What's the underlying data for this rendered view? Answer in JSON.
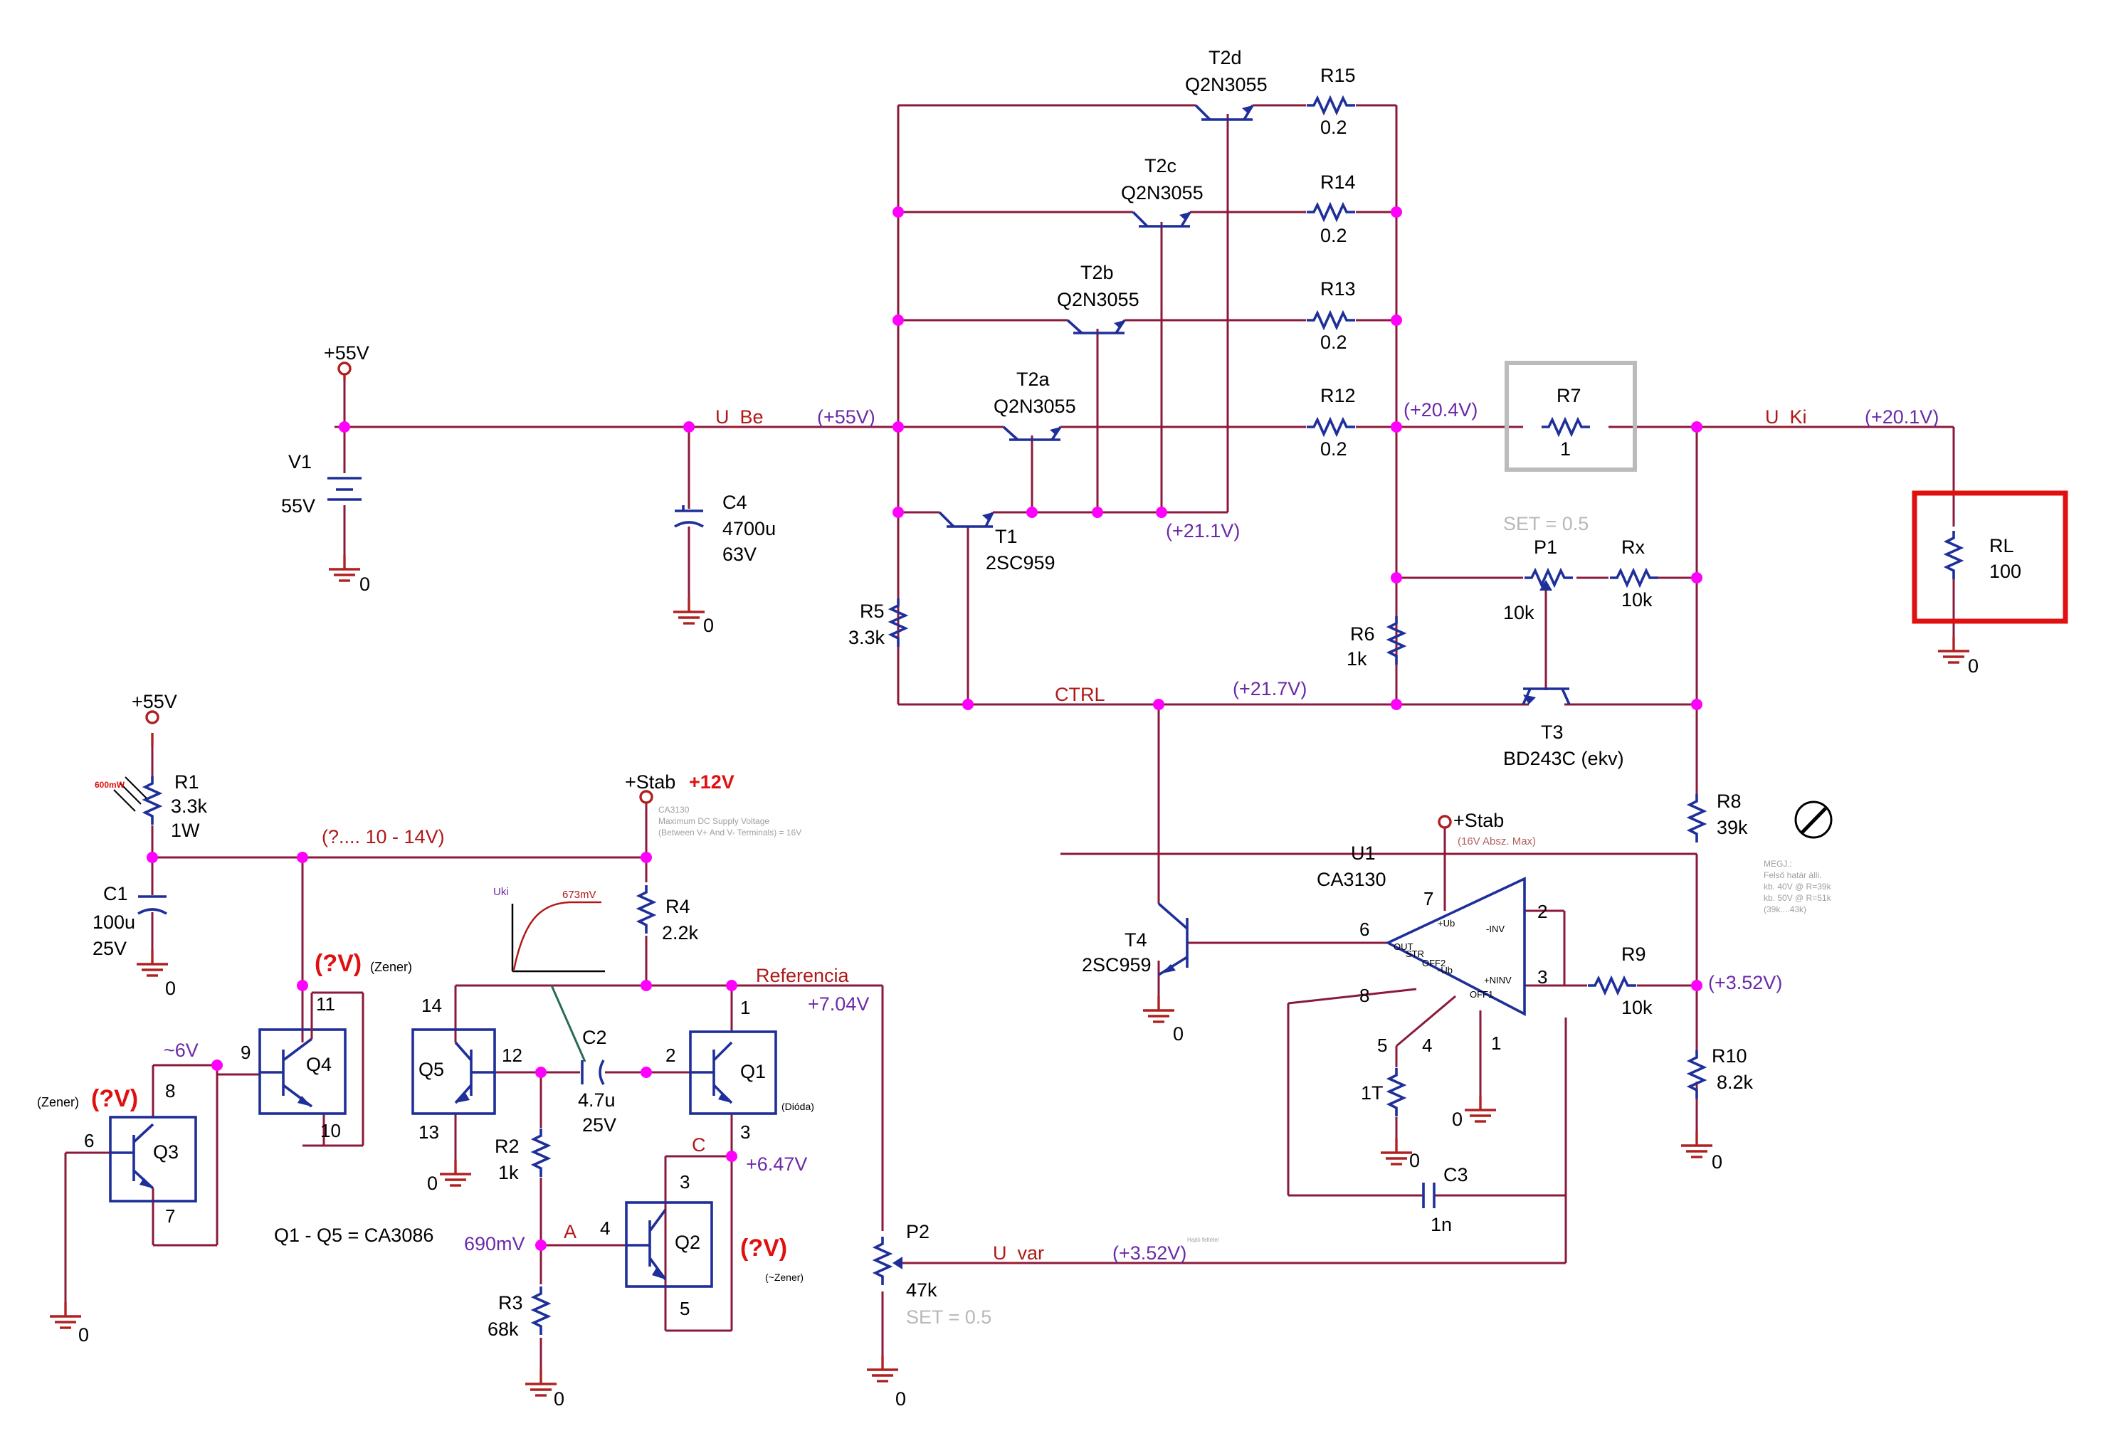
{
  "components": {
    "T2d": {
      "ref": "T2d",
      "model": "Q2N3055"
    },
    "T2c": {
      "ref": "T2c",
      "model": "Q2N3055"
    },
    "T2b": {
      "ref": "T2b",
      "model": "Q2N3055"
    },
    "T2a": {
      "ref": "T2a",
      "model": "Q2N3055"
    },
    "T1": {
      "ref": "T1",
      "model": "2SC959"
    },
    "T3": {
      "ref": "T3",
      "model": "BD243C (ekv)"
    },
    "T4": {
      "ref": "T4",
      "model": "2SC959"
    },
    "R15": {
      "ref": "R15",
      "value": "0.2"
    },
    "R14": {
      "ref": "R14",
      "value": "0.2"
    },
    "R13": {
      "ref": "R13",
      "value": "0.2"
    },
    "R12": {
      "ref": "R12",
      "value": "0.2"
    },
    "R7": {
      "ref": "R7",
      "value": "1"
    },
    "RL": {
      "ref": "RL",
      "value": "100"
    },
    "P1": {
      "ref": "P1",
      "value": "10k",
      "set": "SET = 0.5"
    },
    "Rx": {
      "ref": "Rx",
      "value": "10k"
    },
    "R6": {
      "ref": "R6",
      "value": "1k"
    },
    "R5": {
      "ref": "R5",
      "value": "3.3k"
    },
    "R8": {
      "ref": "R8",
      "value": "39k"
    },
    "R9": {
      "ref": "R9",
      "value": "10k"
    },
    "R10": {
      "ref": "R10",
      "value": "8.2k"
    },
    "V1": {
      "ref": "V1",
      "value": "55V"
    },
    "C4": {
      "ref": "C4",
      "value": "4700u",
      "rating": "63V"
    },
    "R1": {
      "ref": "R1",
      "value": "3.3k",
      "rating": "1W"
    },
    "C1": {
      "ref": "C1",
      "value": "100u",
      "rating": "25V"
    },
    "R4": {
      "ref": "R4",
      "value": "2.2k"
    },
    "C2": {
      "ref": "C2",
      "value": "4.7u",
      "rating": "25V"
    },
    "R2": {
      "ref": "R2",
      "value": "1k"
    },
    "R3": {
      "ref": "R3",
      "value": "68k"
    },
    "P2": {
      "ref": "P2",
      "value": "47k",
      "set": "SET = 0.5"
    },
    "U1": {
      "ref": "U1",
      "model": "CA3130"
    },
    "R1T": {
      "ref": "1T"
    },
    "C3": {
      "ref": "C3",
      "value": "1n"
    },
    "Q1": {
      "ref": "Q1",
      "note": "(Dióda)"
    },
    "Q2": {
      "ref": "Q2",
      "note": "(~Zener)"
    },
    "Q3": {
      "ref": "Q3",
      "note": "(Zener)"
    },
    "Q4": {
      "ref": "Q4",
      "note": "(Zener)"
    },
    "Q5": {
      "ref": "Q5"
    }
  },
  "nets": {
    "u_be": "U_Be",
    "u_ki": "U_Ki",
    "ctrl": "CTRL",
    "referencia": "Referencia",
    "u_var": "U_var",
    "node_a": "A",
    "node_c": "C"
  },
  "voltages": {
    "v55": "(+55V)",
    "v20_4": "(+20.4V)",
    "v20_1": "(+20.1V)",
    "v21_1": "(+21.1V)",
    "v21_7": "(+21.7V)",
    "v3_52a": "(+3.52V)",
    "v3_52b": "(+3.52V)",
    "v10_14": "(?.... 10 - 14V)",
    "v7_04": "+7.04V",
    "v6_47": "+6.47V",
    "v690": "690mV",
    "v6": "~6V"
  },
  "power": {
    "p55a": "+55V",
    "p55b": "+55V",
    "stab1": "+Stab",
    "stab1_val": "+12V",
    "stab2": "+Stab",
    "stab2_note": "(16V Absz. Max)",
    "gnd": "0"
  },
  "unknowns": {
    "q": "(?V)"
  },
  "opamp_pins": {
    "inv": "-INV",
    "ninv": "+NINV",
    "ub_pos": "+Ub",
    "ub_neg": "-Ub",
    "out": "OUT",
    "str": "STR",
    "off1": "OFF1",
    "off2": "OFF2"
  },
  "notes": {
    "ca3130_l1": "CA3130",
    "ca3130_l2": "Maximum DC Supply Voltage",
    "ca3130_l3": "(Between V+ And V- Terminals) = 16V",
    "q_family": "Q1 - Q5 = CA3086",
    "megj_1": "MEGJ.:",
    "megj_2": "Felső határ álli.",
    "megj_3": "kb. 40V @ R=39k",
    "megj_4": "kb. 50V @ R=51k",
    "megj_5": "(39k....43k)",
    "tiny_note": "Hajtó feltétel",
    "r1_tag": "600mW",
    "graph_ylabel": "Uki",
    "graph_value": "673mV"
  },
  "colors": {
    "wire": "#8b1a3a",
    "component": "#1f2f9a",
    "junction": "#ff00ff",
    "voltage_label": "#6a2aa8",
    "net_label": "#b01818",
    "highlight_red": "#e01010",
    "highlight_grey": "#bbbbbb"
  }
}
